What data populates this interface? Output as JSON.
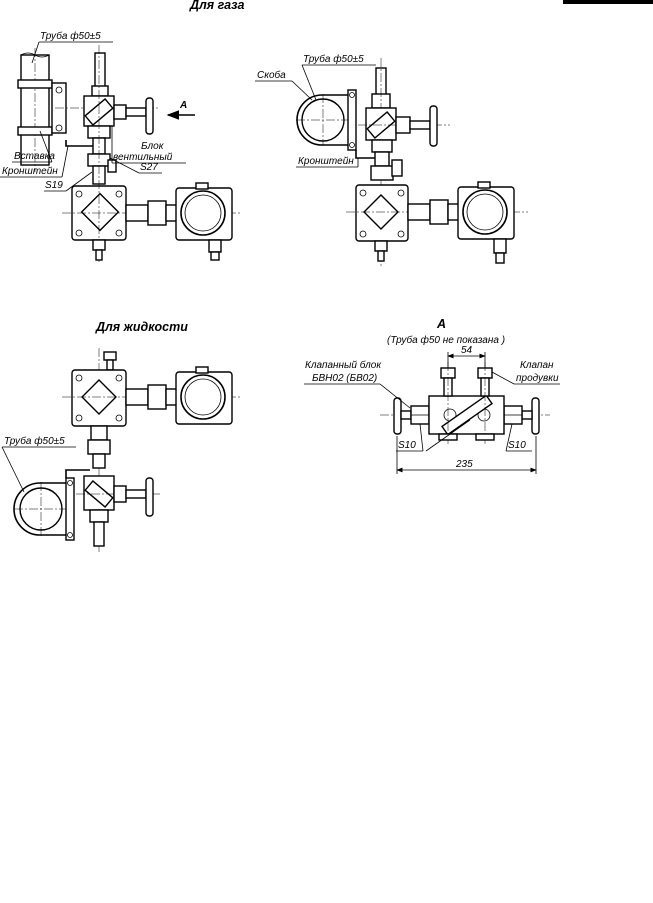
{
  "headings": {
    "gas": "Для газа",
    "liquid": "Для жидкости",
    "view_a": "А",
    "view_a_note": "(Труба ф50 не показана )"
  },
  "labels": {
    "pipe_gas_left": "Труба ф50±5",
    "insert": "Вставка",
    "bracket_left": "Кронштейн",
    "s19": "S19",
    "block": "Блок",
    "valve_word": "вентильный",
    "s27": "S27",
    "arrow_a": "А",
    "pipe_gas_right": "Труба ф50±5",
    "clamp": "Скоба",
    "bracket_right": "Кронштейн",
    "pipe_liquid": "Труба ф50±5",
    "valve_block": "Клапанный блок",
    "valve_block_code": "БВН02 (БВ02)",
    "valve": "Клапан",
    "purge": "продувки",
    "dim_54": "54",
    "s10_left": "S10",
    "s10_right": "S10",
    "dim_235": "235"
  }
}
